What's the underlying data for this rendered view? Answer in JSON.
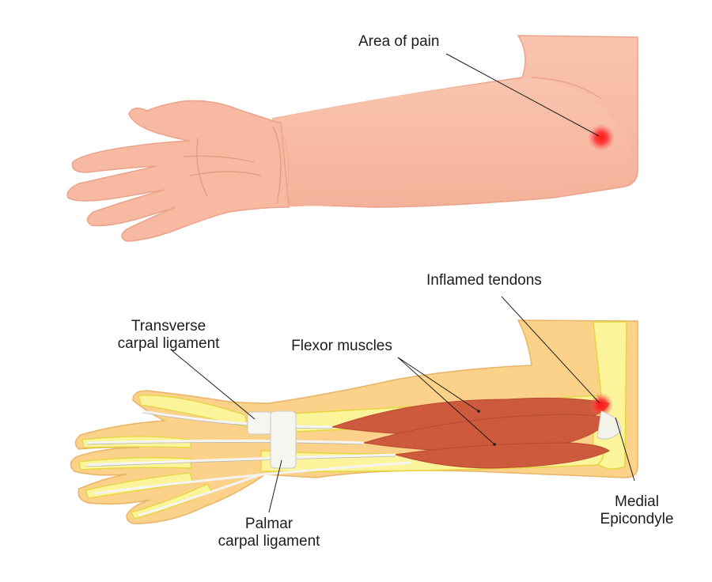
{
  "labels": {
    "area_of_pain": "Area of pain",
    "inflamed_tendons": "Inflamed tendons",
    "transverse_line1": "Transverse",
    "transverse_line2": "carpal ligament",
    "flexor_muscles": "Flexor muscles",
    "medial_line1": "Medial",
    "medial_line2": "Epicondyle",
    "palmar_line1": "Palmar",
    "palmar_line2": "carpal ligament"
  },
  "colors": {
    "skin": "#f7b9a1",
    "skin_outline": "#eba38a",
    "pain": "#ff1a1a",
    "tissue": "#fcd28a",
    "tissue_outline": "#e8b466",
    "bone": "#fbf49b",
    "bone_outline": "#e3d63f",
    "muscle": "#cd5a3c",
    "tendon": "#f1f1f1",
    "ligament": "#f6f6f0"
  }
}
